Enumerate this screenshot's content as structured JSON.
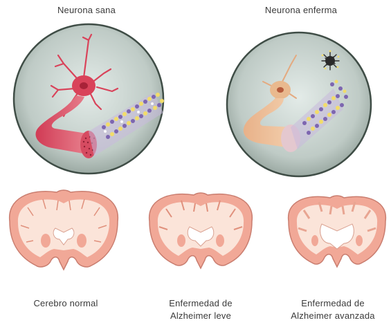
{
  "top": {
    "healthy_title": "Neurona sana",
    "diseased_title": "Neurona enferma"
  },
  "brains": [
    {
      "line1": "Cerebro normal",
      "line2": ""
    },
    {
      "line1": "Enfermedad de",
      "line2": "Alzheimer leve"
    },
    {
      "line1": "Enfermedad de",
      "line2": "Alzheimer avanzada"
    }
  ],
  "colors": {
    "circle_bg": "#bcc9c4",
    "circle_ring": "#5f7067",
    "healthy_neuron": "#d9435a",
    "healthy_axon": "#e4707d",
    "diseased_neuron": "#e9b98e",
    "tangle_purple": "#7d66b0",
    "tangle_yellow": "#f2dc6a",
    "plaque": "#3a3a3a",
    "brain_cortex": "#f1a897",
    "brain_white_matter": "#fbe4d9",
    "brain_outline": "#c97d6f",
    "ventricle": "#ffffff"
  }
}
